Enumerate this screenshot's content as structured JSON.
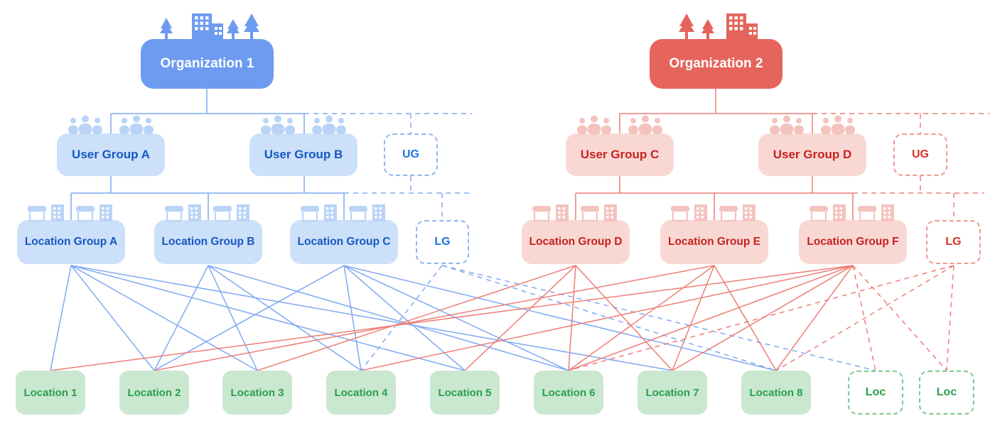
{
  "palette": {
    "blue": "#6D9BEF",
    "blue_light": "#CCE0F9",
    "blue_text": "#1757C2",
    "blue_line": "#7FA9F2",
    "blue_accent": "#1A73E8",
    "red": "#E5655C",
    "red_light": "#F9D8D4",
    "red_text": "#C5221F",
    "red_line": "#ED7E76",
    "red_accent": "#D93025",
    "green_light": "#CAE7CF",
    "green_text": "#27A14C",
    "green_line": "#7FC98F"
  },
  "orgs": [
    {
      "id": "org1",
      "label": "Organization 1"
    },
    {
      "id": "org2",
      "label": "Organization 2"
    }
  ],
  "user_groups": [
    {
      "id": "ugA",
      "label": "User Group A"
    },
    {
      "id": "ugB",
      "label": "User Group B"
    },
    {
      "id": "ugX",
      "label": "UG"
    },
    {
      "id": "ugC",
      "label": "User Group C"
    },
    {
      "id": "ugD",
      "label": "User Group D"
    },
    {
      "id": "ugY",
      "label": "UG"
    }
  ],
  "location_groups": [
    {
      "id": "lgA",
      "label": "Location Group A"
    },
    {
      "id": "lgB",
      "label": "Location Group B"
    },
    {
      "id": "lgC",
      "label": "Location Group C"
    },
    {
      "id": "lgX",
      "label": "LG"
    },
    {
      "id": "lgD",
      "label": "Location Group D"
    },
    {
      "id": "lgE",
      "label": "Location Group E"
    },
    {
      "id": "lgF",
      "label": "Location Group F"
    },
    {
      "id": "lgY",
      "label": "LG"
    }
  ],
  "locations": [
    {
      "id": "loc1",
      "label": "Location 1"
    },
    {
      "id": "loc2",
      "label": "Location 2"
    },
    {
      "id": "loc3",
      "label": "Location 3"
    },
    {
      "id": "loc4",
      "label": "Location 4"
    },
    {
      "id": "loc5",
      "label": "Location 5"
    },
    {
      "id": "loc6",
      "label": "Location 6"
    },
    {
      "id": "loc7",
      "label": "Location 7"
    },
    {
      "id": "loc8",
      "label": "Location 8"
    },
    {
      "id": "locP1",
      "label": "Loc"
    },
    {
      "id": "locP2",
      "label": "Loc"
    }
  ],
  "edges": [
    {
      "from": "lgA",
      "to": "loc1",
      "style": "blue"
    },
    {
      "from": "lgA",
      "to": "loc2",
      "style": "blue"
    },
    {
      "from": "lgA",
      "to": "loc3",
      "style": "blue"
    },
    {
      "from": "lgA",
      "to": "loc5",
      "style": "blue"
    },
    {
      "from": "lgA",
      "to": "loc7",
      "style": "blue"
    },
    {
      "from": "lgB",
      "to": "loc2",
      "style": "blue"
    },
    {
      "from": "lgB",
      "to": "loc3",
      "style": "blue"
    },
    {
      "from": "lgB",
      "to": "loc4",
      "style": "blue"
    },
    {
      "from": "lgB",
      "to": "loc6",
      "style": "blue"
    },
    {
      "from": "lgC",
      "to": "loc2",
      "style": "blue"
    },
    {
      "from": "lgC",
      "to": "loc4",
      "style": "blue"
    },
    {
      "from": "lgC",
      "to": "loc5",
      "style": "blue"
    },
    {
      "from": "lgC",
      "to": "loc6",
      "style": "blue"
    },
    {
      "from": "lgC",
      "to": "loc8",
      "style": "blue"
    },
    {
      "from": "lgX",
      "to": "loc4",
      "style": "blue-dashed"
    },
    {
      "from": "lgX",
      "to": "loc8",
      "style": "blue-dashed"
    },
    {
      "from": "lgX",
      "to": "locP1",
      "style": "blue-dashed"
    },
    {
      "from": "lgD",
      "to": "loc3",
      "style": "red"
    },
    {
      "from": "lgD",
      "to": "loc5",
      "style": "red"
    },
    {
      "from": "lgD",
      "to": "loc6",
      "style": "red"
    },
    {
      "from": "lgD",
      "to": "loc7",
      "style": "red"
    },
    {
      "from": "lgE",
      "to": "loc2",
      "style": "red"
    },
    {
      "from": "lgE",
      "to": "loc6",
      "style": "red"
    },
    {
      "from": "lgE",
      "to": "loc7",
      "style": "red"
    },
    {
      "from": "lgE",
      "to": "loc8",
      "style": "red"
    },
    {
      "from": "lgF",
      "to": "loc1",
      "style": "red"
    },
    {
      "from": "lgF",
      "to": "loc4",
      "style": "red"
    },
    {
      "from": "lgF",
      "to": "loc6",
      "style": "red"
    },
    {
      "from": "lgF",
      "to": "loc7",
      "style": "red"
    },
    {
      "from": "lgF",
      "to": "loc8",
      "style": "red"
    },
    {
      "from": "lgF",
      "to": "locP1",
      "style": "red-dashed"
    },
    {
      "from": "lgF",
      "to": "locP2",
      "style": "red-dashed"
    },
    {
      "from": "lgY",
      "to": "loc6",
      "style": "red-dashed"
    },
    {
      "from": "lgY",
      "to": "loc8",
      "style": "red-dashed"
    },
    {
      "from": "lgY",
      "to": "locP2",
      "style": "red-dashed"
    }
  ]
}
